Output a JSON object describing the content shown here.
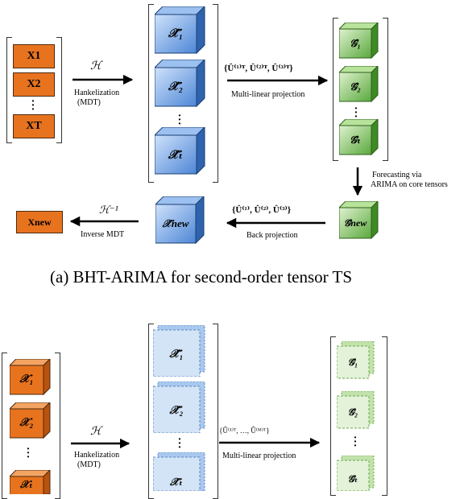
{
  "panel_a": {
    "inputs": [
      "X1",
      "X2",
      "XT"
    ],
    "hankel_symbol": "ℋ",
    "hankel_label": "Hankelization",
    "hankel_sub": "(MDT)",
    "tensors_x": [
      "𝒳̂₁",
      "𝒳̂₂",
      "𝒳̂ₜ"
    ],
    "proj_formula": "{Û⁽¹⁾ᵀ, Û⁽²⁾ᵀ, Û⁽³⁾ᵀ}",
    "proj_label": "Multi-linear projection",
    "cores": [
      "𝒢̂₁",
      "𝒢̂₂",
      "𝒢̂ₜ"
    ],
    "forecast_label_1": "Forecasting via",
    "forecast_label_2": "ARIMA on core tensors",
    "core_new": "𝒢̂new",
    "back_formula": "{Û⁽¹⁾, Û⁽²⁾, Û⁽³⁾}",
    "back_label": "Back projection",
    "x_new_tensor": "𝒳̂new",
    "inv_symbol": "ℋ⁻¹",
    "inv_label": "Inverse MDT",
    "x_new": "Xnew",
    "caption": "(a) BHT-ARIMA for second-order tensor TS"
  },
  "panel_b": {
    "inputs": [
      "𝒳₁",
      "𝒳₂",
      "𝒳ₜ"
    ],
    "hankel_symbol": "ℋ",
    "hankel_label": "Hankelization",
    "hankel_sub": "(MDT)",
    "tensors_x": [
      "𝒳̂₁",
      "𝒳̂₂",
      "𝒳̂ₜ"
    ],
    "proj_formula": "{Û⁽¹⁾ᵀ, …, Û⁽ᴹ⁾ᵀ}",
    "proj_label": "Multi-linear projection",
    "cores": [
      "𝒢̂₁",
      "𝒢̂₂",
      "𝒢̂ₜ"
    ]
  },
  "colors": {
    "orange": "#e8731f",
    "blue": "#5a8fd6",
    "green": "#6ab34a"
  }
}
